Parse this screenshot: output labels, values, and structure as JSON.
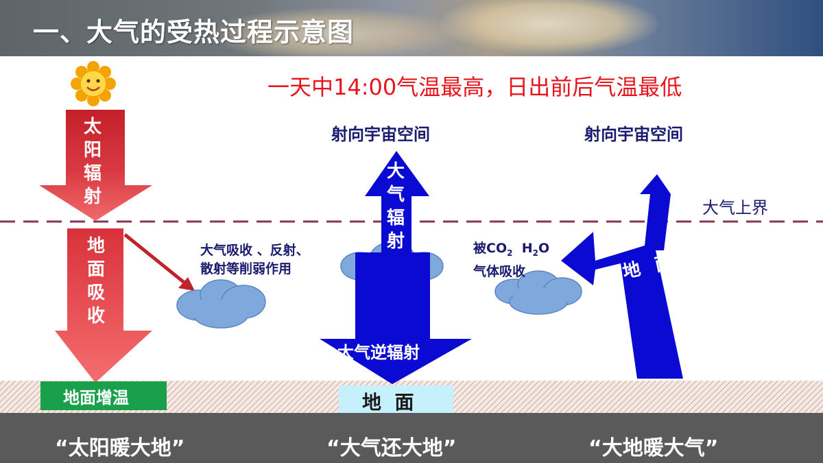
{
  "title": "一、大气的受热过程示意图",
  "headline": "一天中14:00气温最高，日出前后气温最低",
  "left_panel": {
    "solar_radiation": "太阳辐射",
    "ground_absorption": "地面吸收",
    "weakening_note_line1": "大气吸收 、反射、",
    "weakening_note_line2": "散射等削弱作用",
    "ground_warming": "地面增温"
  },
  "middle_panel": {
    "to_space": "射向宇宙空间",
    "atmospheric_radiation": "大气辐射",
    "counter_radiation": "大气逆辐射",
    "ground_label": "地  面"
  },
  "right_panel": {
    "to_space": "射向宇宙空间",
    "atmosphere_top": "大气上界",
    "absorb_prefix": "被CO",
    "absorb_sub1": "2",
    "absorb_h": "H",
    "absorb_sub2": "2",
    "absorb_o": "O",
    "absorb_line2": "气体吸收",
    "ground_radiation": "地面"
  },
  "mottos": {
    "left": "“太阳暖大地”",
    "middle": "“大气还大地”",
    "right": "“大地暖大气”"
  },
  "colors": {
    "headline_red": "#e8141c",
    "dark_blue_text": "#1a1a6e",
    "arrow_blue": "#0a0ad2",
    "cloud_blue": "#7fa9dd",
    "dashed_line": "#8a3355",
    "ground_green": "#1aa04a",
    "ground_label_bg": "#c6f0fb"
  },
  "icons": [
    "sun-icon",
    "cloud-icon"
  ]
}
